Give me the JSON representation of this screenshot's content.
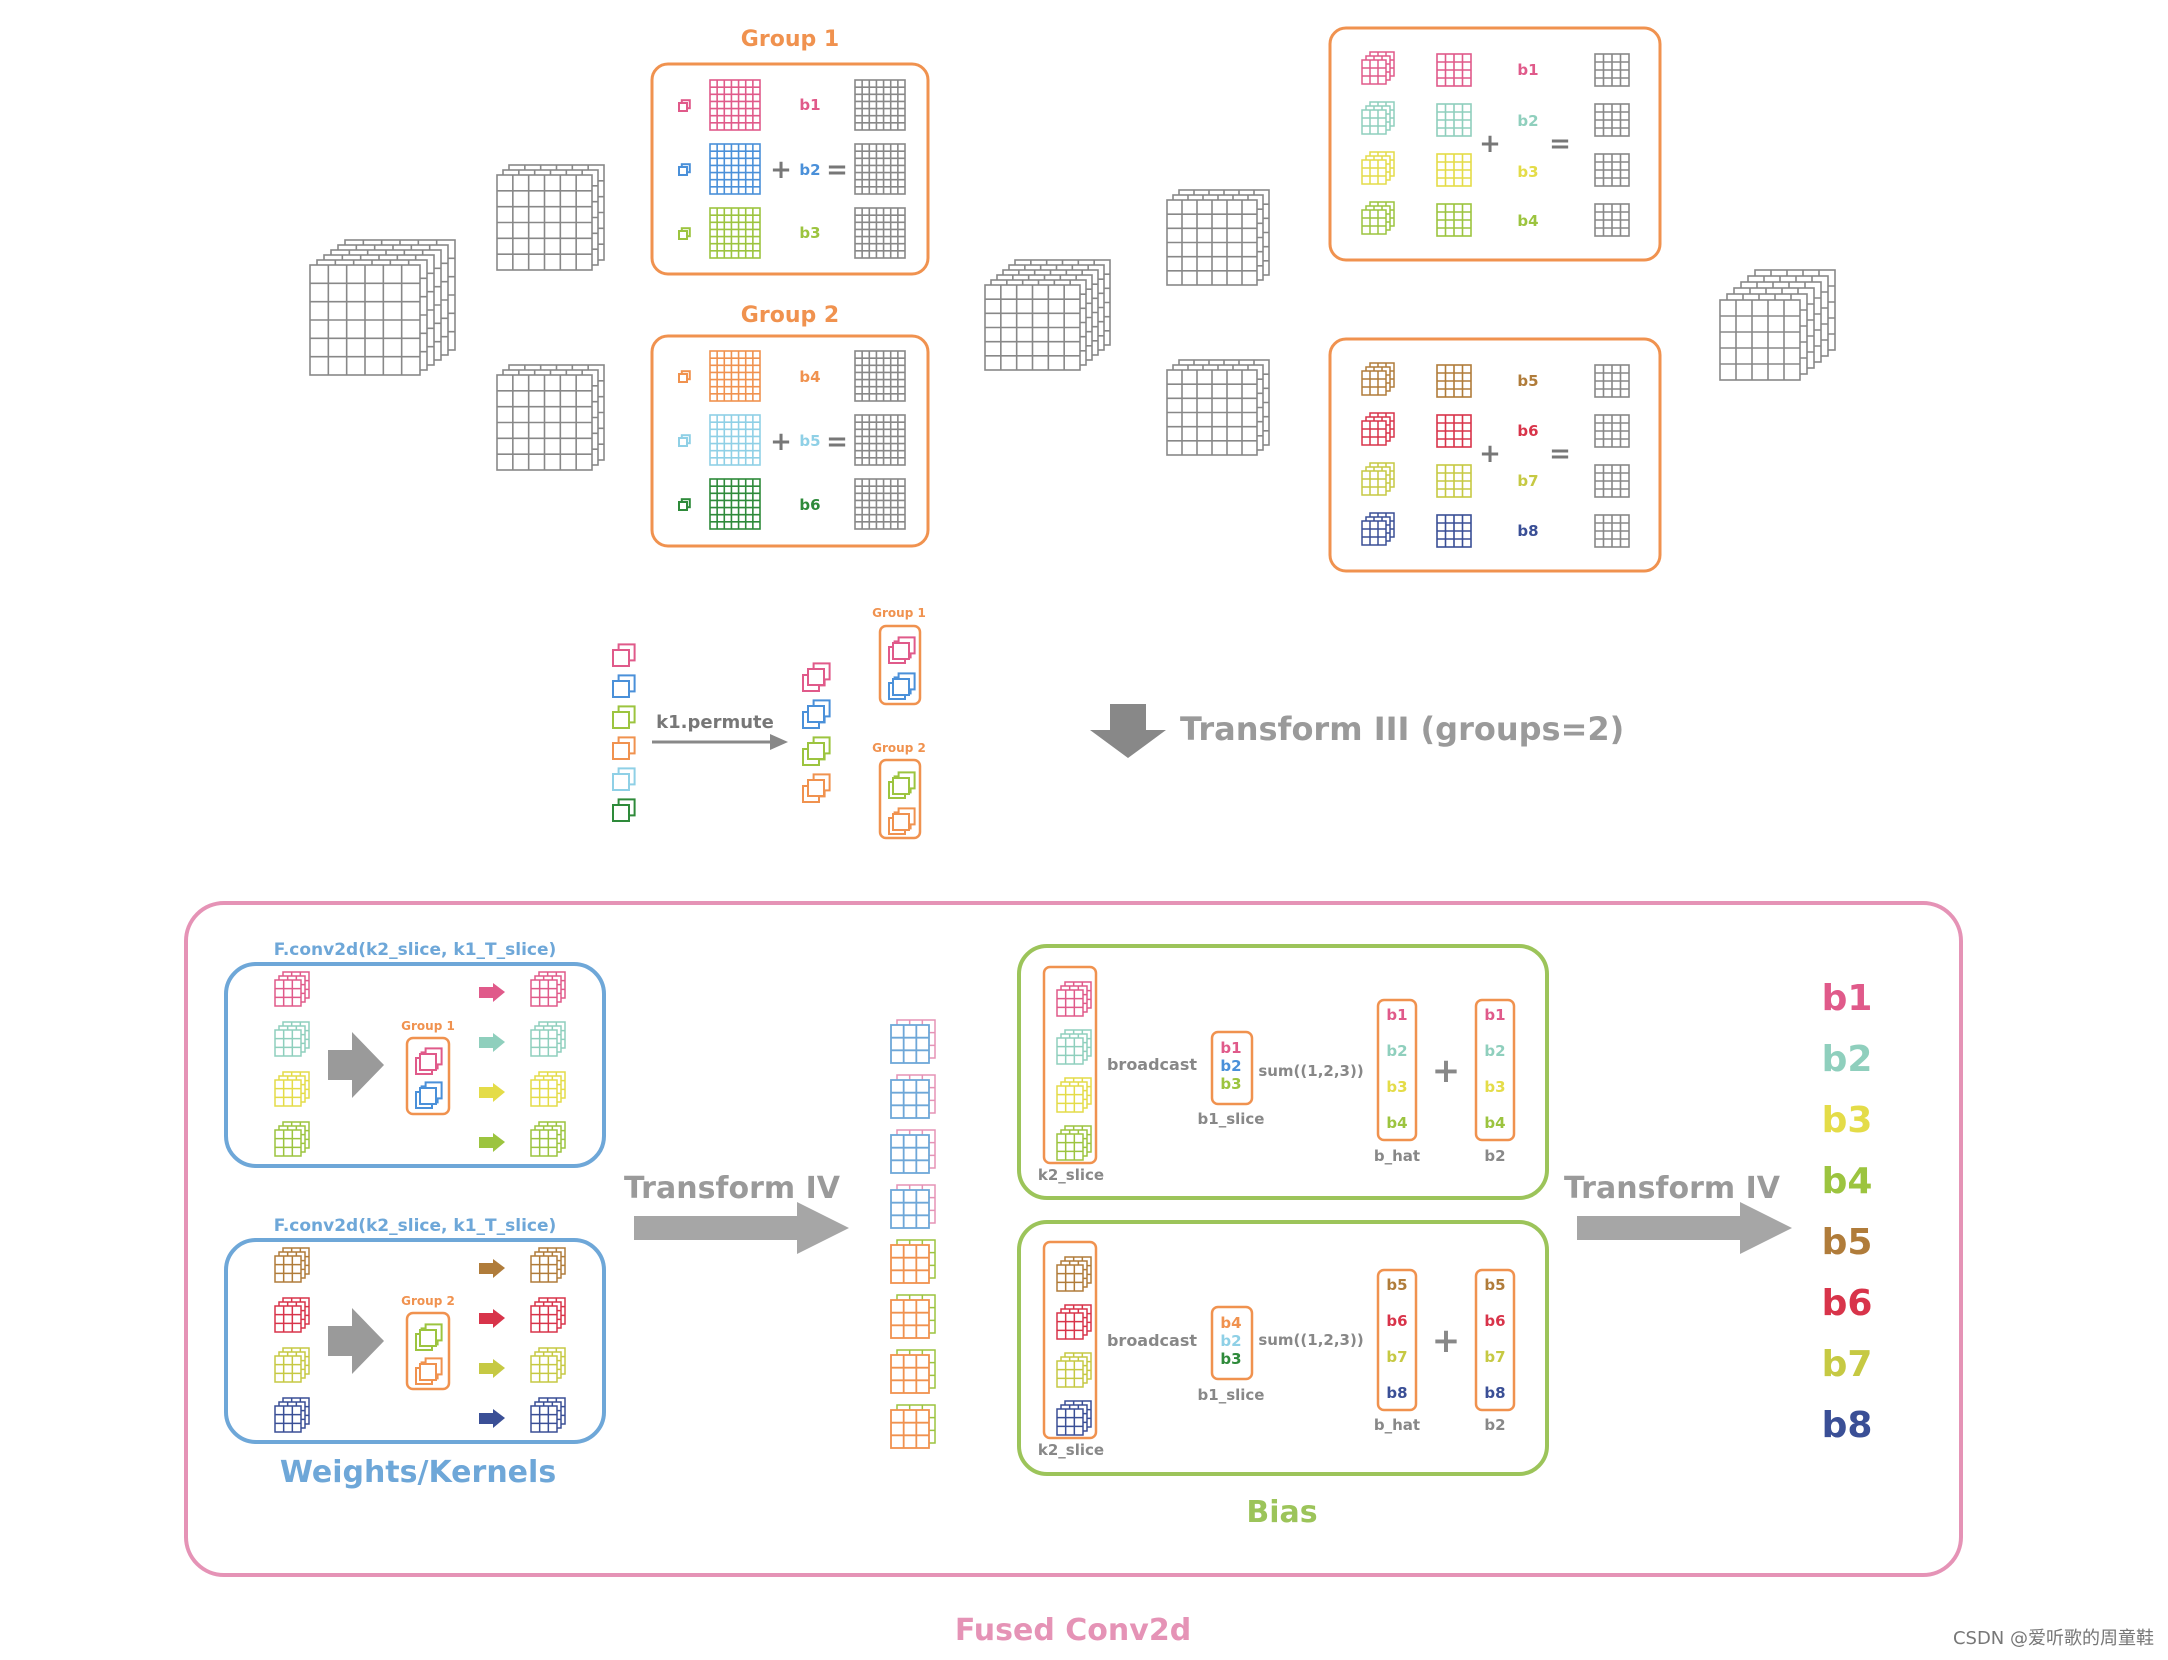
{
  "colors": {
    "orange": "#f0924f",
    "blue": "#6ea7d8",
    "pink": "#e593b6",
    "green": "#9cc45a",
    "gray": "#9a9a9a",
    "grid": "#777777",
    "b1": "#e05a8a",
    "b2": "#8fcfbd",
    "b3": "#e4dc48",
    "b4": "#9cc43f",
    "b5": "#b07c3a",
    "b6": "#d8344a",
    "b7": "#c6c943",
    "b8": "#3a4f96",
    "g1b2": "#4a90d9",
    "g2b5": "#8fd0e6",
    "g2b6": "#2e8a3a"
  },
  "top": {
    "group1_title": "Group 1",
    "group2_title": "Group 2",
    "group1_labels": [
      "b1",
      "b2",
      "b3"
    ],
    "group2_labels": [
      "b4",
      "b5",
      "b6"
    ],
    "right_group1_labels": [
      "b1",
      "b2",
      "b3",
      "b4"
    ],
    "right_group2_labels": [
      "b5",
      "b6",
      "b7",
      "b8"
    ],
    "plus": "+",
    "equals": "="
  },
  "middle": {
    "permute_label": "k1.permute",
    "small_group1": "Group 1",
    "small_group2": "Group 2",
    "transform_label": "Transform III (groups=2)"
  },
  "fused": {
    "title": "Fused Conv2d",
    "conv_label_1": "F.conv2d(k2_slice, k1_T_slice)",
    "conv_label_2": "F.conv2d(k2_slice, k1_T_slice)",
    "inner_group1": "Group 1",
    "inner_group2": "Group 2",
    "weights_label": "Weights/Kernels",
    "transform_iv_left": "Transform IV",
    "transform_iv_right": "Transform IV",
    "bias_label": "Bias",
    "bias_rows": [
      {
        "broadcast": "broadcast",
        "slice_values": [
          "b1",
          "b2",
          "b3"
        ],
        "slice_label": "b1_slice",
        "sum_label": "sum((1,2,3))",
        "bhat_values": [
          "b1",
          "b2",
          "b3",
          "b4"
        ],
        "bhat_label": "b_hat",
        "b2_values": [
          "b1",
          "b2",
          "b3",
          "b4"
        ],
        "b2_label": "b2",
        "k2_label": "k2_slice",
        "plus": "+"
      },
      {
        "broadcast": "broadcast",
        "slice_values": [
          "b4",
          "b2",
          "b3"
        ],
        "slice_label": "b1_slice",
        "sum_label": "sum((1,2,3))",
        "bhat_values": [
          "b5",
          "b6",
          "b7",
          "b8"
        ],
        "bhat_label": "b_hat",
        "b2_values": [
          "b5",
          "b6",
          "b7",
          "b8"
        ],
        "b2_label": "b2",
        "k2_label": "k2_slice",
        "plus": "+"
      }
    ],
    "output_labels": [
      "b1",
      "b2",
      "b3",
      "b4",
      "b5",
      "b6",
      "b7",
      "b8"
    ]
  },
  "watermark": "CSDN @爱听歌的周童鞋"
}
